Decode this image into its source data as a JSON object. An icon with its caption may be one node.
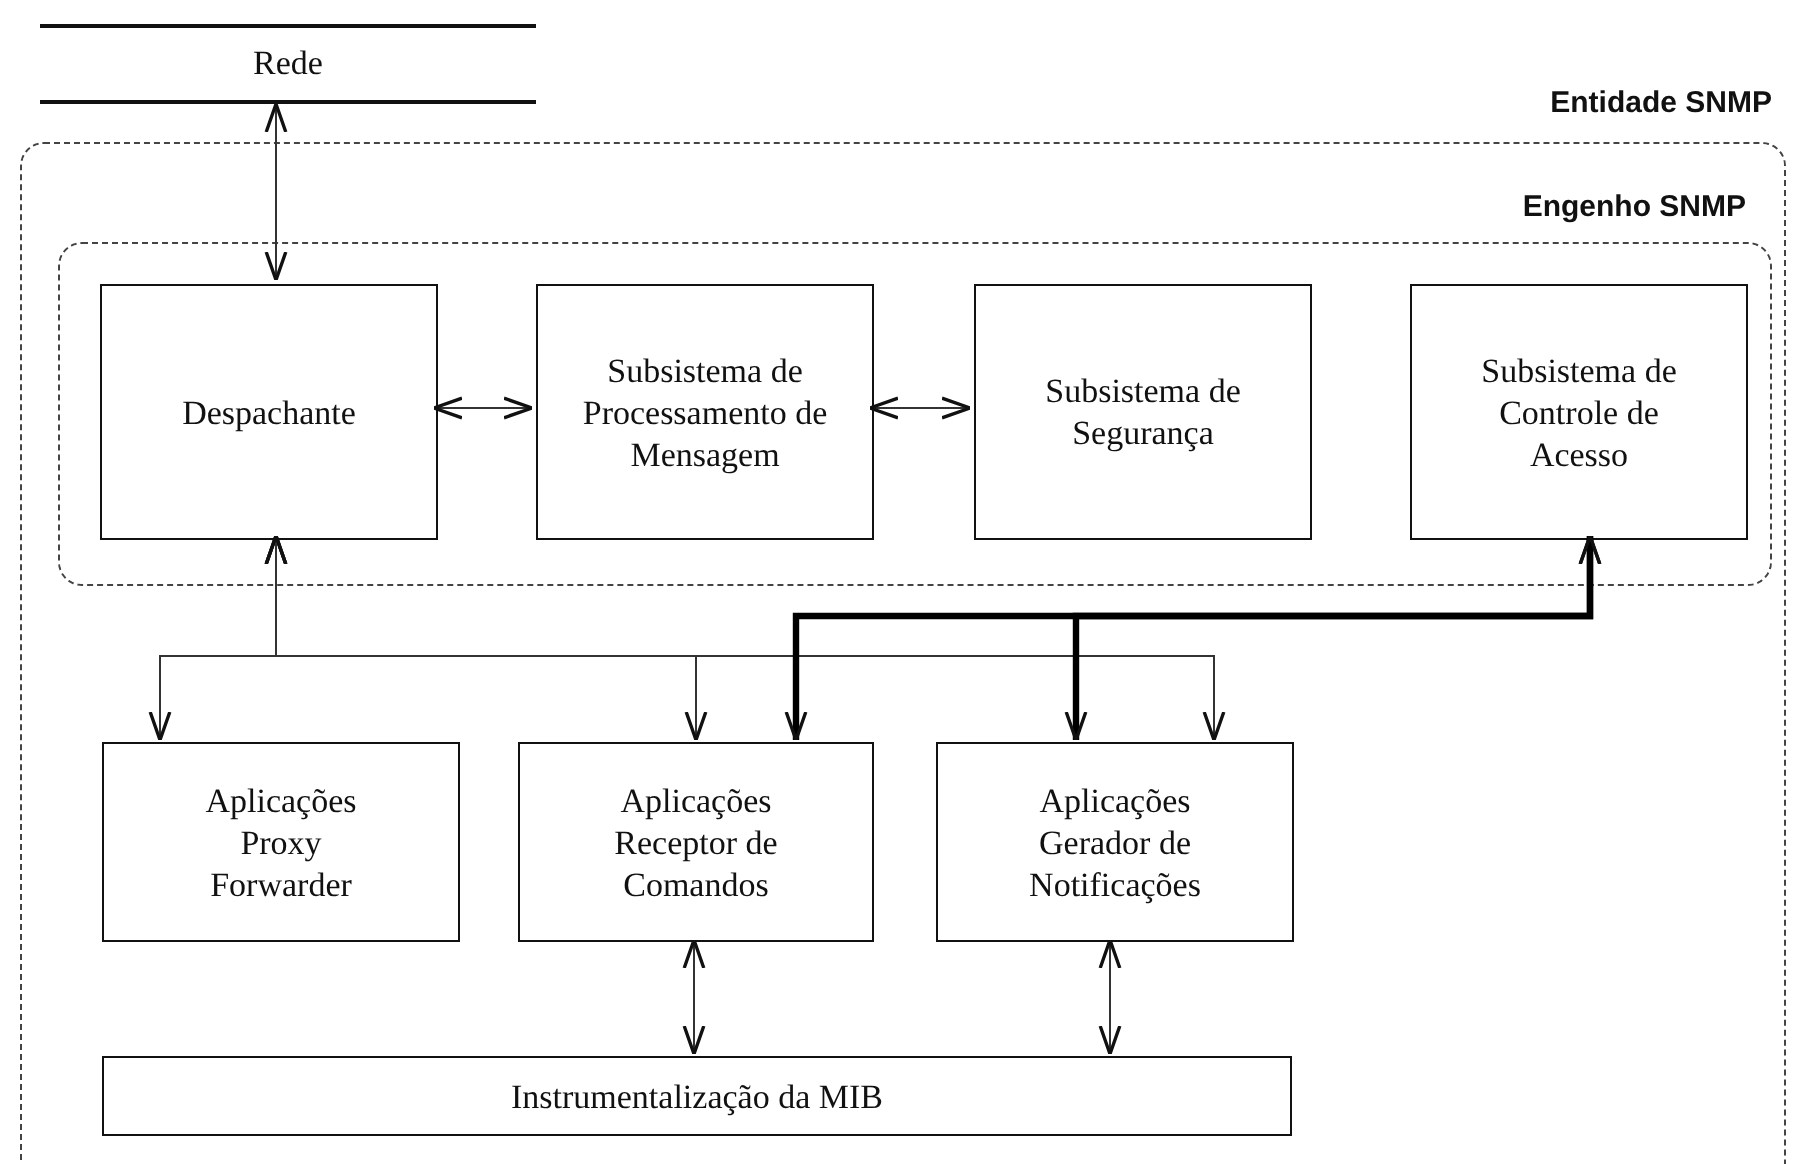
{
  "diagram": {
    "nodes": [
      {
        "text": [
          "Rede"
        ]
      },
      {
        "text": [
          "Entidade SNMP"
        ]
      },
      {
        "text": [
          "Engenho SNMP"
        ],
        "in": 1
      },
      {
        "text": [
          "Despachante"
        ],
        "in": 2
      },
      {
        "text": [
          "Subsistema de Processamento de Mensagem"
        ],
        "in": 2
      },
      {
        "text": [
          "Subsistema de Segurança"
        ],
        "in": 2
      },
      {
        "text": [
          "Subsistema de Controle de Acesso"
        ],
        "in": 2
      },
      {
        "text": [
          "Aplicações Proxy Forwarder"
        ],
        "in": 1
      },
      {
        "text": [
          "Aplicações Receptor de Comandos"
        ],
        "in": 1
      },
      {
        "text": [
          "Aplicações Gerador de Notificações"
        ],
        "in": 1
      },
      {
        "text": [
          "Instrumentalização da MIB"
        ],
        "in": 1
      }
    ],
    "edges": [
      {
        "from": 0,
        "to": 3,
        "arrow": "both"
      },
      {
        "from": 3,
        "to": 4,
        "arrow": "both"
      },
      {
        "from": 4,
        "to": 5,
        "arrow": "both"
      },
      {
        "from": 3,
        "to": 7,
        "arrow": "both"
      },
      {
        "from": 3,
        "to": 8,
        "arrow": "both"
      },
      {
        "from": 3,
        "to": 9,
        "arrow": "both"
      },
      {
        "from": 6,
        "to": 8,
        "arrow": "both",
        "style": "thick"
      },
      {
        "from": 6,
        "to": 9,
        "arrow": "both",
        "style": "thick"
      },
      {
        "from": 8,
        "to": 10,
        "arrow": "both"
      },
      {
        "from": 9,
        "to": 10,
        "arrow": "both"
      }
    ]
  }
}
